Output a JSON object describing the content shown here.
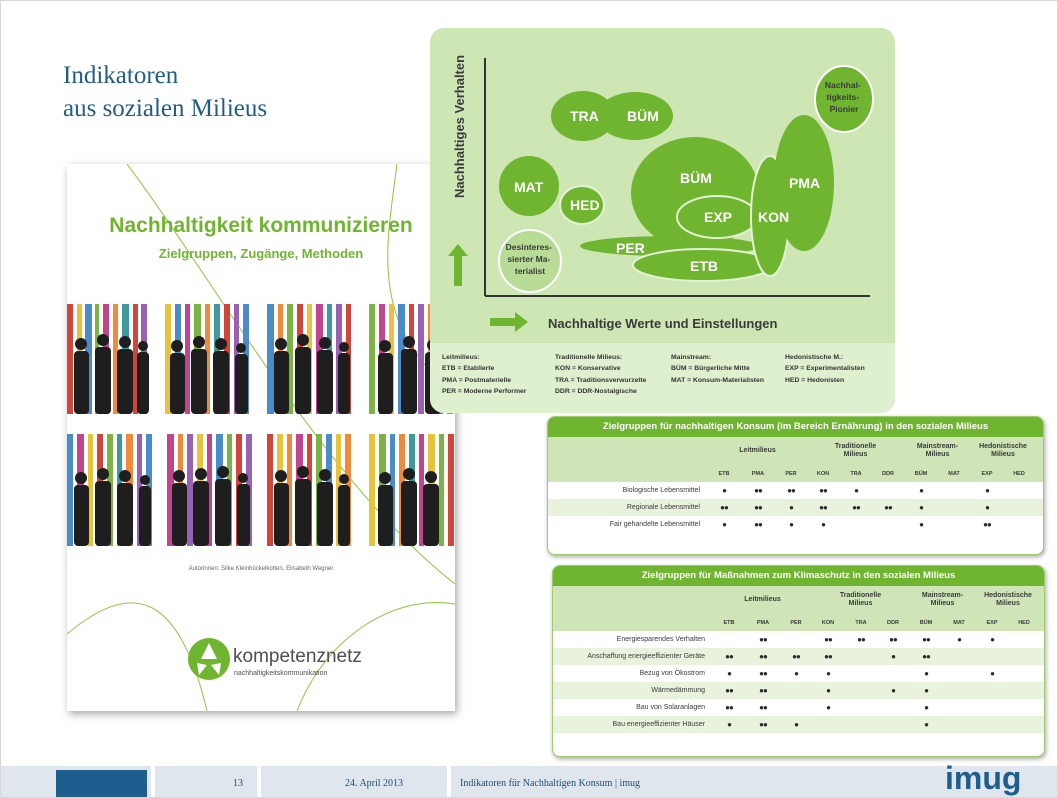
{
  "slide_title": {
    "line1": "Indikatoren",
    "line2": "aus sozialen Milieus"
  },
  "book": {
    "title": "Nachhaltigkeit kommunizieren",
    "subtitle": "Zielgruppen, Zugänge, Methoden",
    "authors": "Autorinnen: Silke Kleinhückelkotten, Elisabeth Wegner",
    "logo_name": "kompetenznetz",
    "logo_subtitle": "nachhaltigkeitskommunikation"
  },
  "milieu_diagram": {
    "y_axis_label": "Nachhaltiges Verhalten",
    "x_axis_label": "Nachhaltige Werte und Einstellungen",
    "bubbles": {
      "tra": "TRA",
      "bum_small": "BÜM",
      "mat": "MAT",
      "hed": "HED",
      "bum_big": "BÜM",
      "exp": "EXP",
      "kon": "KON",
      "pma": "PMA",
      "per": "PER",
      "etb": "ETB",
      "pioneer": [
        "Nachhal-",
        "tigkeits-",
        "Pionier"
      ],
      "desinterested": [
        "Desinteres-",
        "sierter Ma-",
        "terialist"
      ]
    },
    "legend": [
      {
        "head": "Leitmilieus:",
        "items": [
          "ETB = Etablierte",
          "PMA = Postmaterielle",
          "PER = Moderne Performer"
        ]
      },
      {
        "head": "Traditionelle Milieus:",
        "items": [
          "KON = Konservative",
          "TRA = Traditionsverwurzelte",
          "DDR = DDR-Nostalgische"
        ]
      },
      {
        "head": "Mainstream:",
        "items": [
          "BÜM = Bürgerliche Mitte",
          "MAT = Konsum-Materialisten"
        ]
      },
      {
        "head": "Hedonistische M.:",
        "items": [
          "EXP = Experimentalisten",
          "HED = Hedonisten"
        ]
      }
    ]
  },
  "groups": [
    {
      "label_lines": [
        "Leitmilieus"
      ]
    },
    {
      "label_lines": [
        "Traditionelle",
        "Milieus"
      ]
    },
    {
      "label_lines": [
        "Mainstream-",
        "Milieus"
      ]
    },
    {
      "label_lines": [
        "Hedonistische",
        "Milieus"
      ]
    }
  ],
  "columns": [
    "ETB",
    "PMA",
    "PER",
    "KON",
    "TRA",
    "DDR",
    "BÜM",
    "MAT",
    "EXP",
    "HED"
  ],
  "table_food": {
    "title": "Zielgruppen für nachhaltigen Konsum (im Bereich Ernährung) in den sozialen Milieus",
    "rows": [
      {
        "label": "Biologische Lebensmittel",
        "cells": [
          "●",
          "●●",
          "●●",
          "●●",
          "●",
          "",
          "●",
          "",
          "●",
          ""
        ]
      },
      {
        "label": "Regionale Lebensmittel",
        "cells": [
          "●●",
          "●●",
          "●",
          "●●",
          "●●",
          "●●",
          "●",
          "",
          "●",
          ""
        ]
      },
      {
        "label": "Fair gehandelte Lebensmittel",
        "cells": [
          "●",
          "●●",
          "●",
          "●",
          "",
          "",
          "●",
          "",
          "●●",
          ""
        ]
      }
    ]
  },
  "table_climate": {
    "title": "Zielgruppen für Maßnahmen zum Klimaschutz in den sozialen Milieus",
    "rows": [
      {
        "label": "Energiesparendes Verhalten",
        "cells": [
          "",
          "●●",
          "",
          "●●",
          "●●",
          "●●",
          "●●",
          "●",
          "●",
          ""
        ]
      },
      {
        "label": "Anschaffung energieeffizienter Geräte",
        "cells": [
          "●●",
          "●●",
          "●●",
          "●●",
          "",
          "●",
          "●●",
          "",
          "",
          ""
        ]
      },
      {
        "label": "Bezug von Ökostrom",
        "cells": [
          "●",
          "●●",
          "●",
          "●",
          "",
          "",
          "●",
          "",
          "●",
          ""
        ]
      },
      {
        "label": "Wärmedämmung",
        "cells": [
          "●●",
          "●●",
          "",
          "●",
          "",
          "●",
          "●",
          "",
          "",
          ""
        ]
      },
      {
        "label": "Bau von Solaranlagen",
        "cells": [
          "●●",
          "●●",
          "",
          "●",
          "",
          "",
          "●",
          "",
          "",
          ""
        ]
      },
      {
        "label": "Bau energieeffizienter Häuser",
        "cells": [
          "●",
          "●●",
          "●",
          "",
          "",
          "",
          "●",
          "",
          "",
          ""
        ]
      }
    ]
  },
  "footer": {
    "page_number": "13",
    "date": "24. April 2013",
    "caption": "Indikatoren für Nachhaltigen Konsum | imug",
    "brand": "imug"
  },
  "colors": {
    "green": "#6fb530",
    "light_green": "#cde6b4",
    "blue": "#1e5e8c"
  }
}
